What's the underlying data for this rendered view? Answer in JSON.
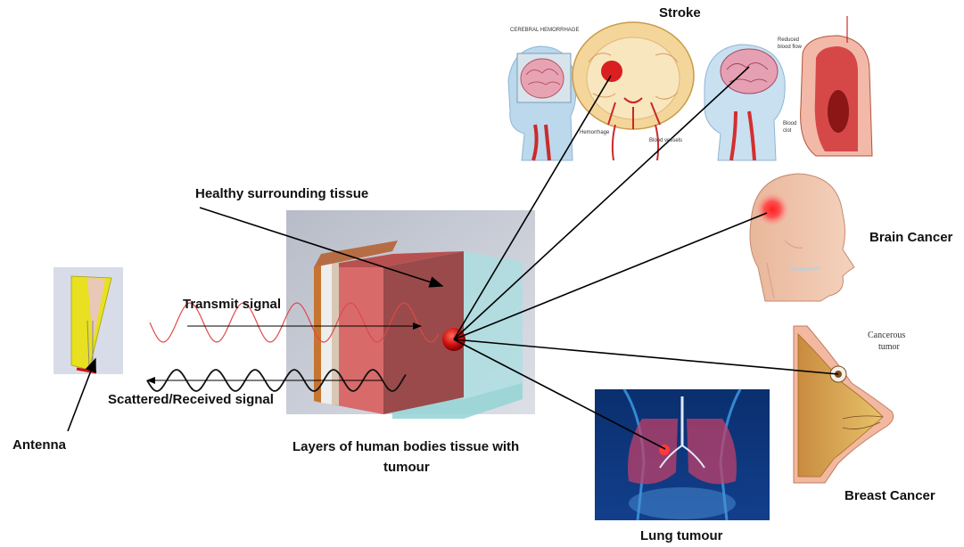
{
  "labels": {
    "stroke": "Stroke",
    "healthy_tissue": "Healthy surrounding tissue",
    "transmit_signal": "Transmit signal",
    "scattered_signal": "Scattered/Received signal",
    "antenna": "Antenna",
    "layers_line1": "Layers of human bodies tissue with",
    "layers_line2": "tumour",
    "brain_cancer": "Brain Cancer",
    "breast_cancer": "Breast Cancer",
    "lung_tumour": "Lung tumour"
  },
  "inset_text": {
    "cerebral_hemorrhage": "CEREBRAL HEMORRHAGE",
    "hemorrhage": "Hemorrhage",
    "blood_vessels": "Blood vessels",
    "reduced_blood_flow_1": "Reduced",
    "reduced_blood_flow_2": "blood flow",
    "blood_clot_1": "Blood",
    "blood_clot_2": "clot",
    "cancerous_tumor_1": "Cancerous",
    "cancerous_tumor_2": "tumor"
  },
  "colors": {
    "transmit_wave": "#e04848",
    "received_wave": "#111111",
    "tumour": "#d01010",
    "tissue_front": "#d9696a",
    "antenna_patch": "#e8e020",
    "arrow": "#000000"
  }
}
